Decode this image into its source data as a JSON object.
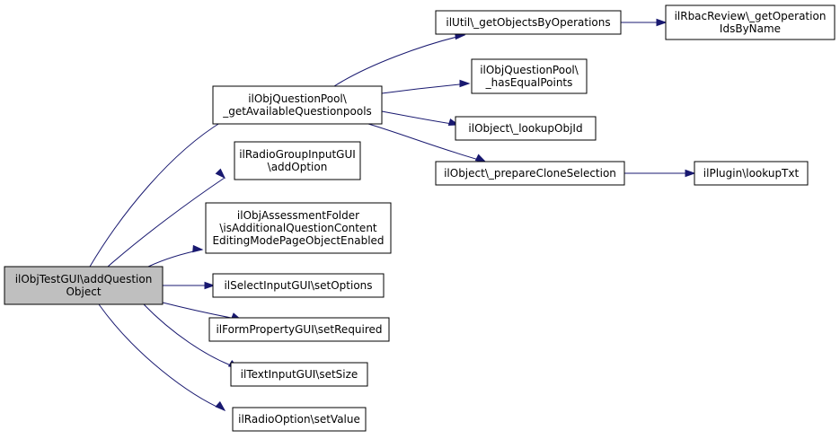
{
  "graph": {
    "nodes": [
      {
        "id": "root",
        "lines": [
          "ilObjTestGUI\\addQuestion",
          "Object"
        ],
        "root": true
      },
      {
        "id": "gaqp",
        "lines": [
          "ilObjQuestionPool\\",
          "_getAvailableQuestionpools"
        ]
      },
      {
        "id": "rgi",
        "lines": [
          "ilRadioGroupInputGUI",
          "\\addOption"
        ]
      },
      {
        "id": "oaf",
        "lines": [
          "ilObjAssessmentFolder",
          "\\isAdditionalQuestionContent",
          "EditingModePageObjectEnabled"
        ]
      },
      {
        "id": "sig",
        "lines": [
          "ilSelectInputGUI\\setOptions"
        ]
      },
      {
        "id": "fpg",
        "lines": [
          "ilFormPropertyGUI\\setRequired"
        ]
      },
      {
        "id": "tig",
        "lines": [
          "ilTextInputGUI\\setSize"
        ]
      },
      {
        "id": "rov",
        "lines": [
          "ilRadioOption\\setValue"
        ]
      },
      {
        "id": "util",
        "lines": [
          "ilUtil\\_getObjectsByOperations"
        ]
      },
      {
        "id": "hep",
        "lines": [
          "ilObjQuestionPool\\",
          "_hasEqualPoints"
        ]
      },
      {
        "id": "loi",
        "lines": [
          "ilObject\\_lookupObjId"
        ]
      },
      {
        "id": "pcs",
        "lines": [
          "ilObject\\_prepareCloneSelection"
        ]
      },
      {
        "id": "rbac",
        "lines": [
          "ilRbacReview\\_getOperation",
          "IdsByName"
        ]
      },
      {
        "id": "plug",
        "lines": [
          "ilPlugin\\lookupTxt"
        ]
      }
    ],
    "edges": [
      {
        "from": "root",
        "to": "gaqp"
      },
      {
        "from": "root",
        "to": "rgi"
      },
      {
        "from": "root",
        "to": "oaf"
      },
      {
        "from": "root",
        "to": "sig"
      },
      {
        "from": "root",
        "to": "fpg"
      },
      {
        "from": "root",
        "to": "tig"
      },
      {
        "from": "root",
        "to": "rov"
      },
      {
        "from": "gaqp",
        "to": "util"
      },
      {
        "from": "gaqp",
        "to": "hep"
      },
      {
        "from": "gaqp",
        "to": "loi"
      },
      {
        "from": "gaqp",
        "to": "pcs"
      },
      {
        "from": "util",
        "to": "rbac"
      },
      {
        "from": "pcs",
        "to": "plug"
      }
    ]
  }
}
